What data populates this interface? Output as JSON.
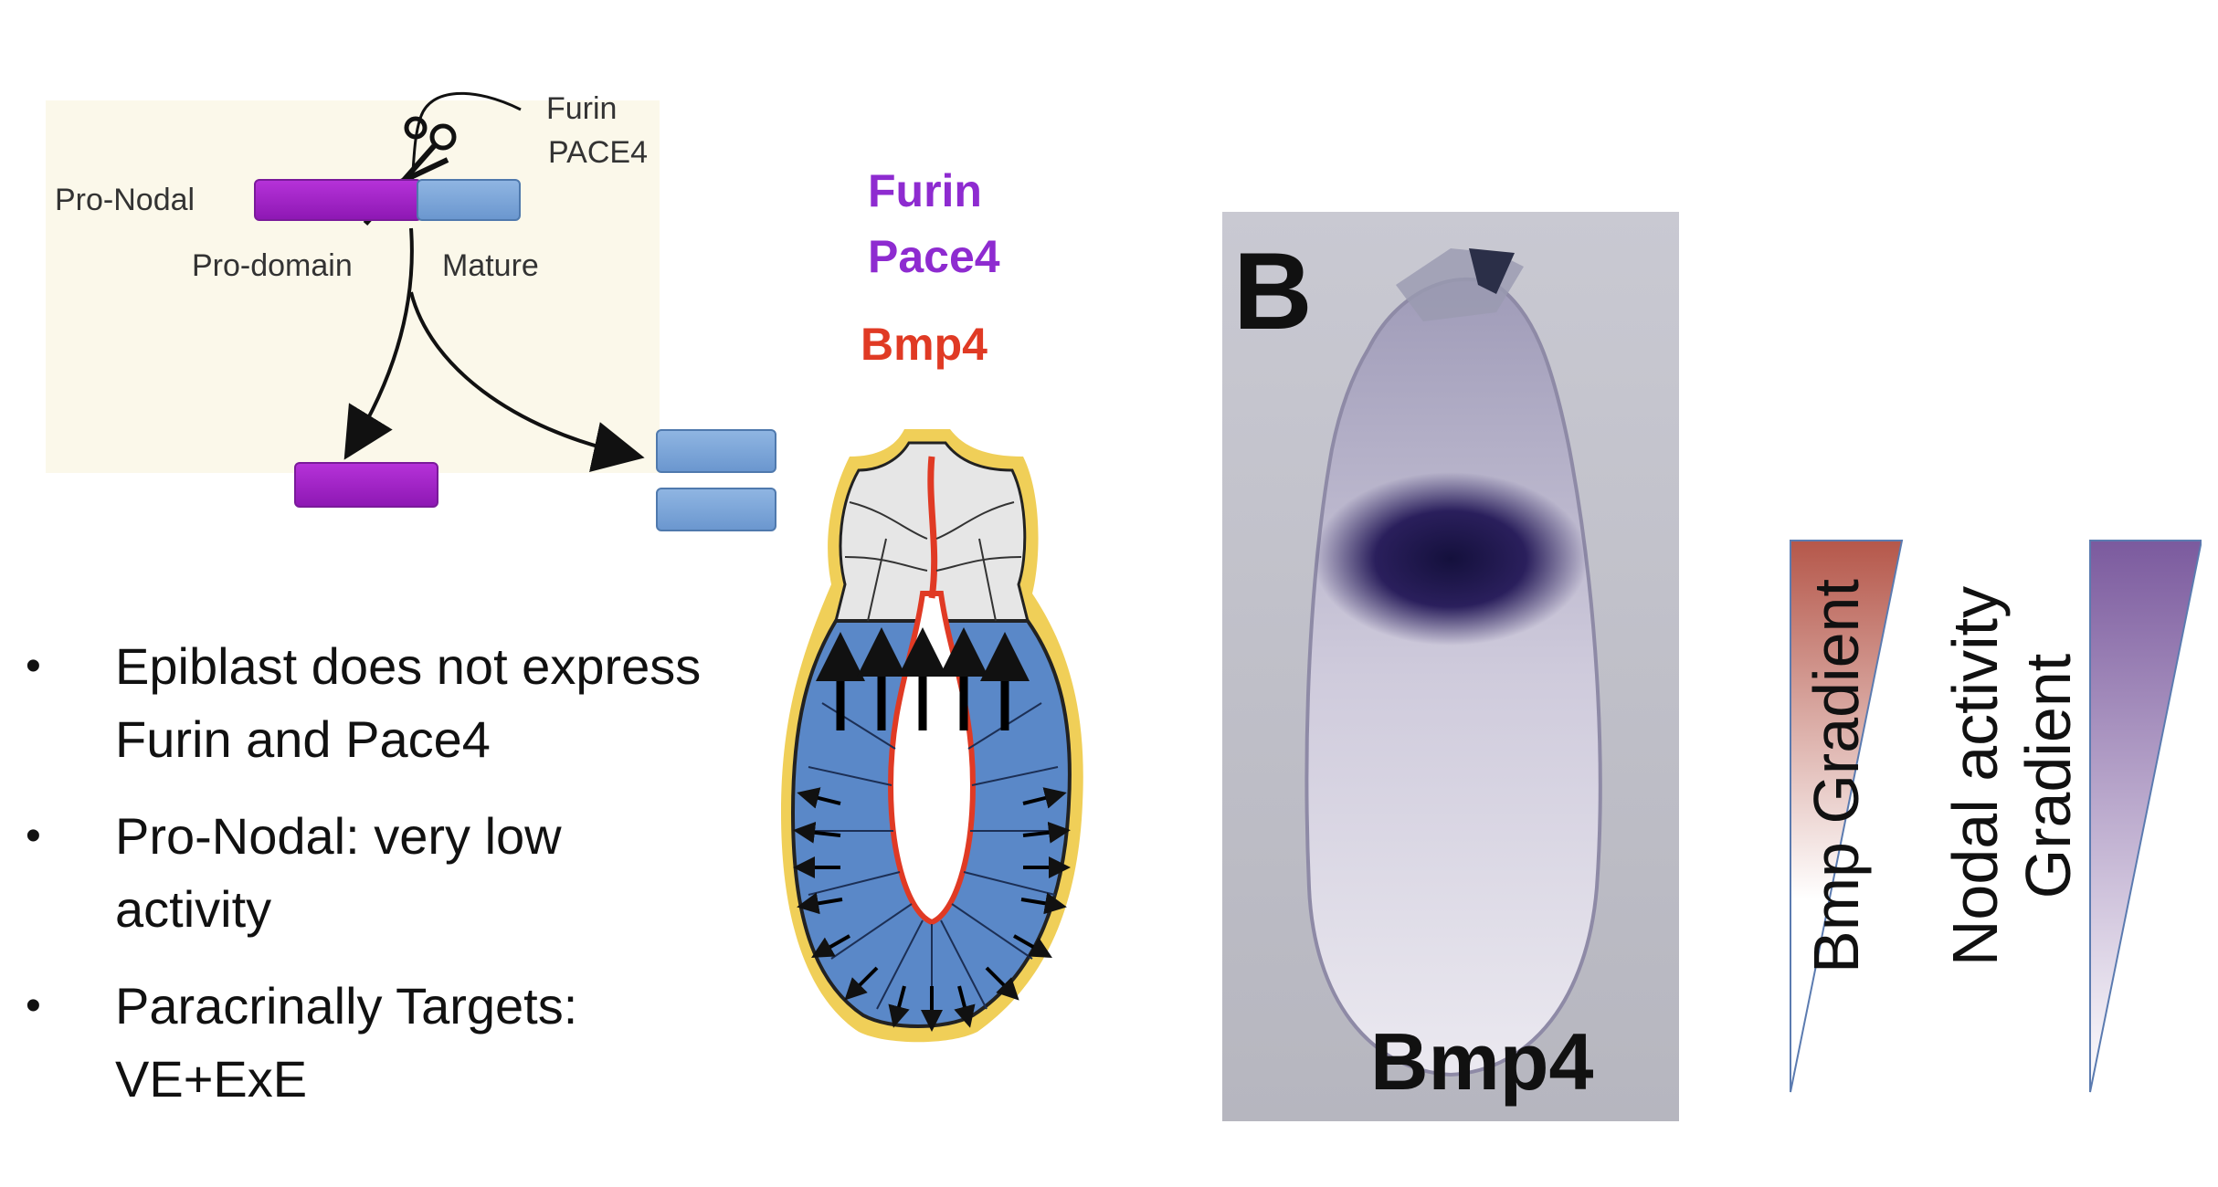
{
  "schematic": {
    "enzyme_line1": "Furin",
    "enzyme_line2": "PACE4",
    "precursor_label": "Pro-Nodal",
    "prodomain_label": "Pro-domain",
    "mature_label": "Mature"
  },
  "bullets": [
    "Epiblast does not express Furin and Pace4",
    "Pro-Nodal: very low activity",
    "Paracrinally Targets: VE+ExE"
  ],
  "embryo_diagram": {
    "label_furin": "Furin",
    "label_pace4": "Pace4",
    "label_bmp4": "Bmp4",
    "colors": {
      "furin_pace4": "#8e2bd0",
      "bmp4": "#e03a24",
      "epiblast": "#5a88c8",
      "ectoderm": "#e6e6e6",
      "visceral_endoderm": "#f0cf58"
    }
  },
  "photo": {
    "panel_letter": "B",
    "caption": "Bmp4"
  },
  "gradients": [
    {
      "label_lines": [
        "Bmp Gradient"
      ],
      "color": "#b5574a"
    },
    {
      "label_lines": [
        "Nodal activity",
        "Gradient"
      ],
      "color": "#7b5a9e"
    }
  ]
}
